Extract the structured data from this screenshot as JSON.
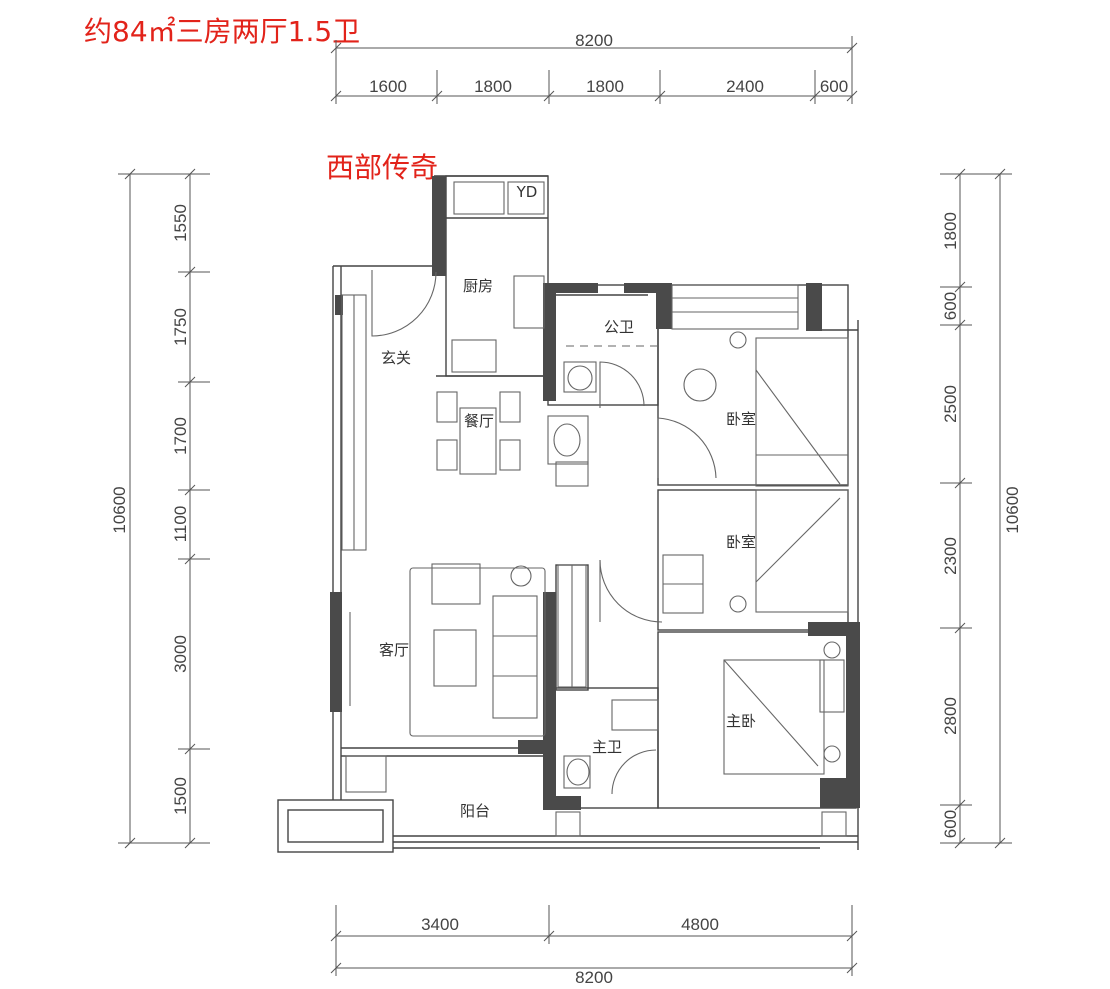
{
  "title": "约84㎡三房两厅1.5卫",
  "project": "西部传奇",
  "dims": {
    "top_total": "8200",
    "top": [
      "1600",
      "1800",
      "1800",
      "2400",
      "600"
    ],
    "bottom": [
      "3400",
      "4800"
    ],
    "bottom_total": "8200",
    "left_total": "10600",
    "left": [
      "1550",
      "1750",
      "1700",
      "1100",
      "3000",
      "1500"
    ],
    "right_total": "10600",
    "right": [
      "1800",
      "600",
      "2500",
      "2300",
      "2800",
      "600"
    ]
  },
  "rooms": {
    "kitchen": "厨房",
    "foyer": "玄关",
    "dining": "餐厅",
    "living": "客厅",
    "balcony": "阳台",
    "public_bath": "公卫",
    "bedroom1": "卧室",
    "bedroom2": "卧室",
    "master_bath": "主卫",
    "master_bedroom": "主卧",
    "yd": "YD"
  },
  "colors": {
    "title_red": "#e2231a",
    "wall": "#4a4a4a",
    "line": "#555555"
  }
}
